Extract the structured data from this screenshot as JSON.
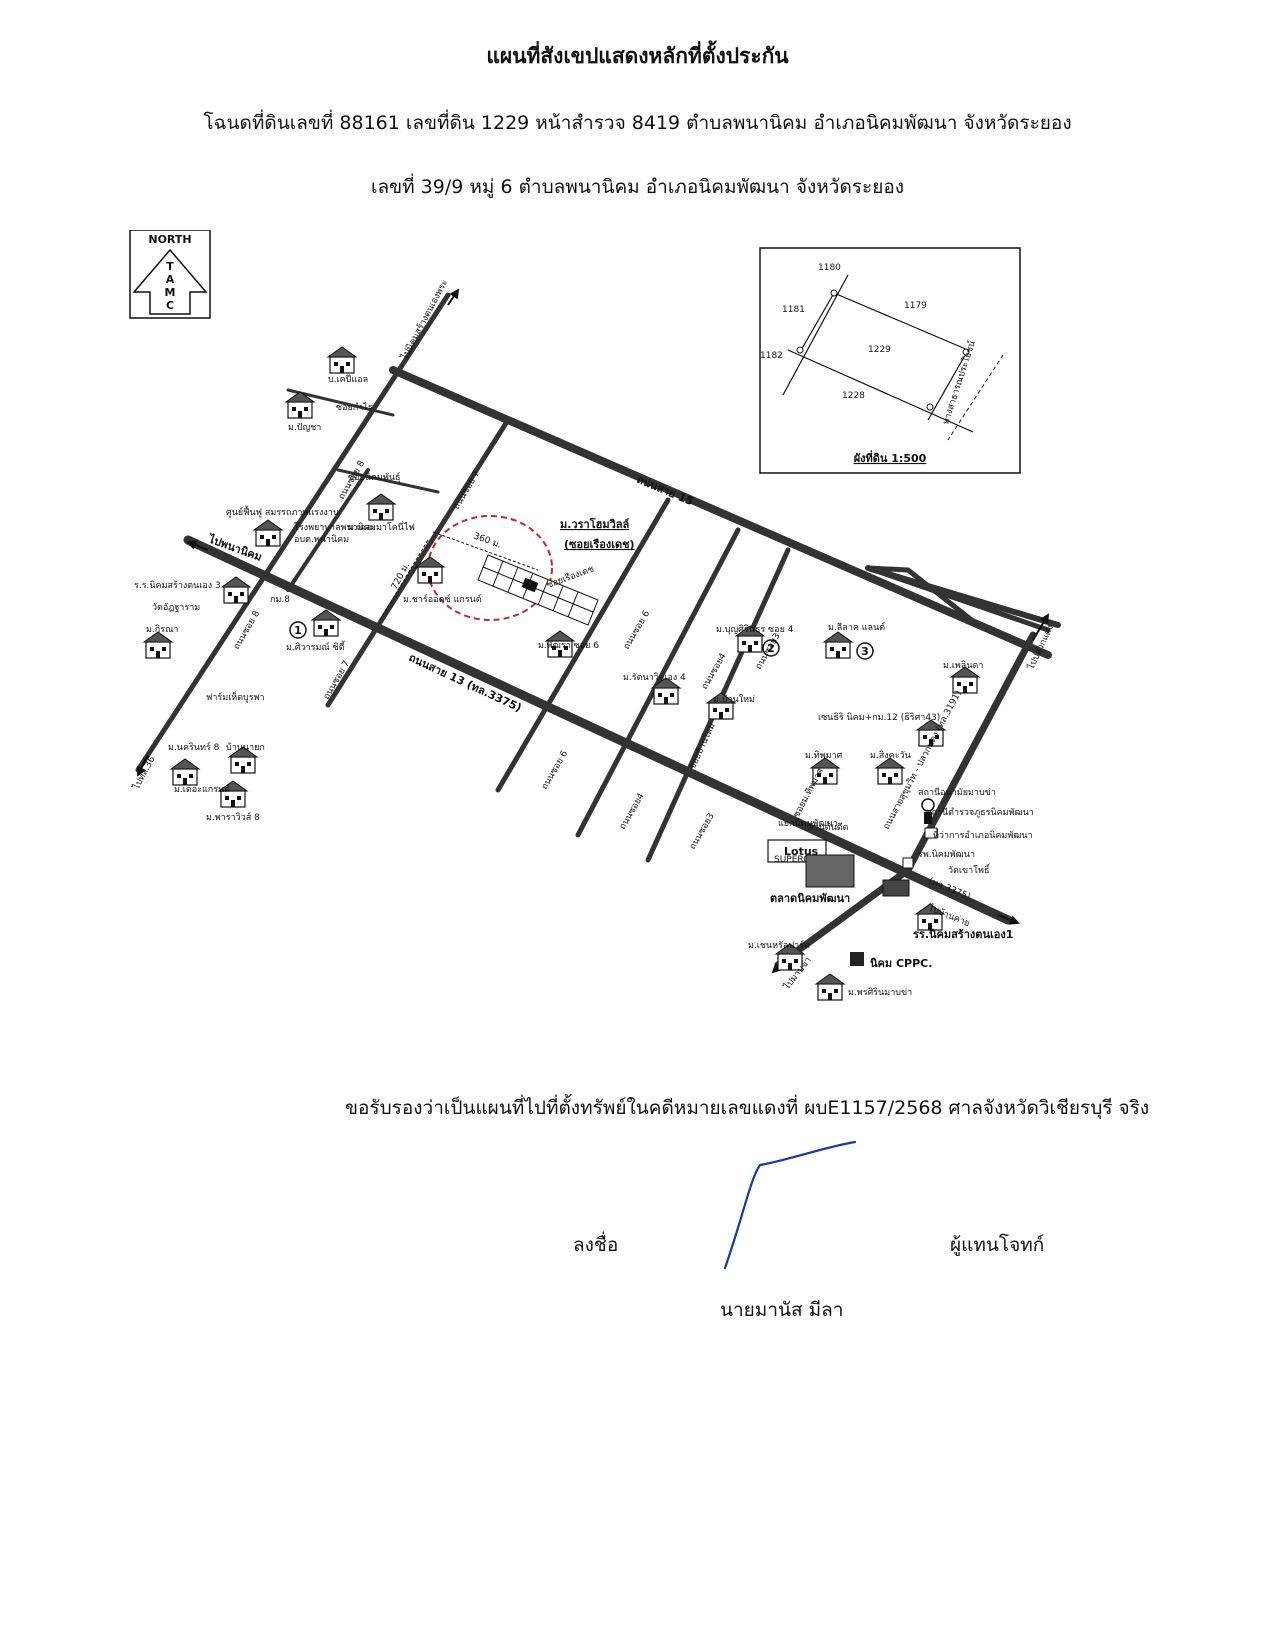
{
  "header": {
    "title": "แผนที่สังเขปแสดงหลักที่ตั้งประกัน",
    "deed_line": "โฉนดที่ดินเลขที่ 88161 เลขที่ดิน 1229  หน้าสำรวจ 8419   ตำบลพนานิคม    อำเภอนิคมพัฒนา  จังหวัดระยอง",
    "address_line": "เลขที่ 39/9  หมู่ 6  ตำบลพนานิคม  อำเภอนิคมพัฒนา  จังหวัดระยอง"
  },
  "map": {
    "north_box": {
      "label": "NORTH",
      "letters": [
        "T",
        "A",
        "M",
        "C"
      ]
    },
    "inset": {
      "caption": "ผังที่ดิน 1:500",
      "parcels": [
        "1180",
        "1179",
        "1181",
        "1229",
        "1182",
        "1228"
      ],
      "road": "ทางสาธารณประโยชน์"
    },
    "roads": {
      "road15": "ถนนสาย 15",
      "road13": "ถนนสาย 13 (ทล.3375)",
      "soi7_top": "ถนนซอย 7",
      "soi7_bottom": "ถนนซอย 7",
      "soi8": "ถนนซอย 8",
      "soi6_top": "ถนนซอย 6",
      "soi6_bottom": "ถนนซอย 6",
      "soi4_top": "ถนนซอย4",
      "soi4_bottom": "ถนนซอย4",
      "soi3_top": "ถนนซอย3",
      "soi3_bottom": "ถนนซอย3",
      "soi_nikom": "ซอยนิคมพันธุ์",
      "soi_kamrai": "ซอยกำไร",
      "soi_rueang": "ซอยเรืองเดช",
      "soi_8_lower": "ถนนซอย 8",
      "soi_thipmat": "ซอยม.ทิพมาศ",
      "soi_ban_mai": "ซอยบ้านใหม่",
      "highway": "ถนนสายสุขุมวิท - ปลวกแดง (ทล.3191)",
      "road3375_short": "(ทล.3375)",
      "junction": "แยกนิคมพัฒนา",
      "to_phana": "ไปพนานิคม",
      "to_kaeng": "ไปบ้านค่าย",
      "to_pluak": "ไปปลวกแดง",
      "to_top": "ไปนิคมสร้างตนเองพระ",
      "to_bottom_left": "ไปทล.36",
      "to_bottom": "ไปมาบข่า",
      "dist_360": "360 ม.",
      "dist_720": "720 ม."
    },
    "places": {
      "p_kpl": "บ.เคปีแอล",
      "p_panya": "ม.ปัญชา",
      "p_center": "ศูนย์ฟื้นฟู สมรรถภาพแรงงาน",
      "p_hospital": "โรงพยาบาลพนานิคม",
      "p_ob": "อบต.พนานิคม",
      "p_colony": "ม.เดอะมาโคนี่ไฟ",
      "p_charoen": "ม.ชาร์ออคซ์ แกรนด์",
      "p_warao": "ม.วราโฮมวิลล์",
      "p_warao_soi": "(ซอยเรืองเดช)",
      "p_school": "ร.ร.นิคมสร้างตนเอง 3",
      "p_temple": "วัดอัฏฐาราม",
      "p_kirana": "ม.กิรณา",
      "p_km8": "กม.8",
      "p_siwaram": "ม.ศิวารมณ์ ซิตี้",
      "p_farm": "ฟาร์มเห็ดบูรพา",
      "p_narin": "ม.นครินทร์ 8",
      "p_ban_nayok": "บ้านนายก",
      "p_grand": "ม.เดอะแกรนด์",
      "p_parawin": "ม.พาราวิวส์ 8",
      "p_phattra": "ม.พัฒรา ซอย 6",
      "p_rattana": "ม.รัตนาวิลเอง 4",
      "p_banmai": "ม.บ้านใหม่",
      "p_bunsirin": "ม.บุญศิรินธร ซอย 4",
      "p_cl": "ม.ลีลาค แลนด์",
      "p_phlinda": "ม.เพลินดา",
      "p_centrio": "เซนธิริ นิคม+กม.12 (ธิริศา43)",
      "p_thipmat": "ม.ทิพมาศ",
      "p_singha": "ม.สิงคะวัน",
      "p_water": "สถานีอนามัยมาบข่า",
      "p_police": "สถานีตำรวจภูธรนิคมพัฒนา",
      "p_district": "ที่ว่าการอำเภอนิคมพัฒนา",
      "p_health": "รพ.นิคมพัฒนา",
      "p_wat": "วัดเขาโพธิ์",
      "p_market": "ตลาดนิคมพัฒนา",
      "p_lotus": "Lotus",
      "p_lotus_sub": "SUPERCENTER",
      "p_school2": "รร.นิคมสร้างตนเอง1",
      "p_chain": "ม.เชนหรัลปาร์ค",
      "p_cppc": "นิคม CPPC.",
      "p_phornsirin": "ม.พรศิรินมาบข่า",
      "p_phap": "ล้านต้นตีด",
      "marker1": "1",
      "marker2": "2",
      "marker3": "3"
    }
  },
  "certification": "ขอรับรองว่าเป็นแผนที่ไปที่ตั้งทรัพย์ในคดีหมายเลขแดงที่ ผบE1157/2568 ศาลจังหวัดวิเชียรบุรี จริง",
  "signature": {
    "label": "ลงชื่อ",
    "role": "ผู้แทนโจทก์",
    "name": "นายมานัส    มีลา"
  }
}
